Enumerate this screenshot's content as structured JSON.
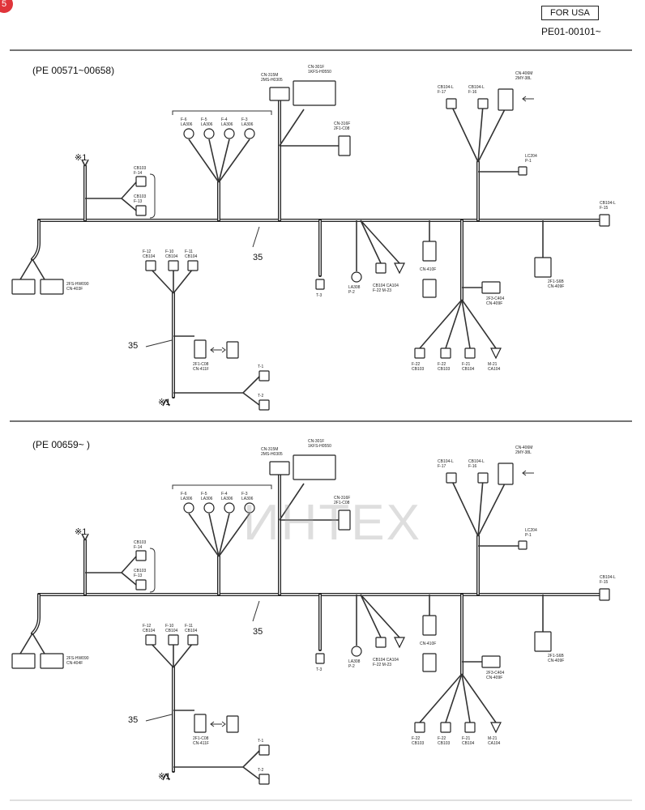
{
  "header": {
    "badge": "5",
    "region": "FOR USA",
    "serial": "PE01-00101~"
  },
  "watermark": "ИНТЕХ",
  "panels": [
    {
      "range": "(PE 00571~00658)",
      "callout_main": "35",
      "callout_branch": "35",
      "asterisk_top": "※1",
      "asterisk_bottom": "※1",
      "connectors": {
        "c215": "CN-315M\n2MS-H0305",
        "c301": "CN-301F\n1KFS-H0550",
        "c316": "CN-316F\n2F1-C08",
        "c406": "CN-406M\n2MY-38L",
        "c411": "CN-410F",
        "c409": "2F3-C404\nCN-409F",
        "c403": "2FS-HW090\nCN-403F",
        "c3x": "2F1-C08\nCN-411F",
        "c4f": "2F1-S6B\nCN-409F"
      },
      "lamps": [
        "F-6\nLA306",
        "F-5\nLA306",
        "F-4\nLA306",
        "F-3\nLA306"
      ],
      "lights": [
        "F-12\nCB104",
        "F-10\nCB104",
        "F-11\nCB104"
      ],
      "fuse_top": [
        "CB103\nF-14",
        "CB103\nF-13"
      ],
      "bottom_row": [
        "F-22\nCB103",
        "F-22\nCB103",
        "F-21\nCB104",
        "M-21\nCA104"
      ],
      "mid_row": [
        "T-3",
        "LA308\nP-2",
        "CB104 CA104\nF-22   M-23"
      ],
      "misc": [
        "T-1",
        "T-2",
        "CB104-L\nF-15",
        "LC204\nP-1",
        "CB104-L\nF-17",
        "CB104-L\nF-16"
      ]
    },
    {
      "range": "(PE 00659~         )",
      "callout_main": "35",
      "callout_branch": "35",
      "asterisk_top": "※1",
      "asterisk_bottom": "※1",
      "connectors": {
        "c215": "CN-315M\n2MS-H0305",
        "c301": "CN-301F\n1KFS-H0550",
        "c316": "CN-316F\n2F1-C08",
        "c406": "CN-406M\n2MY-38L",
        "c411": "CN-410F",
        "c409": "2F3-C404\nCN-409F",
        "c403": "2FS-HW090\nCN-404F",
        "c3x": "2F1-C08\nCN-411F",
        "c4f": "2F1-S6B\nCN-409F"
      },
      "lamps": [
        "F-6\nLA306",
        "F-5\nLA306",
        "F-4\nLA306",
        "F-3\nLA306"
      ],
      "lights": [
        "F-12\nCB104",
        "F-10\nCB104",
        "F-11\nCB104"
      ],
      "fuse_top": [
        "CB103\nF-14",
        "CB103\nF-13"
      ],
      "bottom_row": [
        "F-22\nCB103",
        "F-22\nCB103",
        "F-21\nCB104",
        "M-21\nCA104"
      ],
      "mid_row": [
        "T-3",
        "LA308\nP-2",
        "CB104 CA104\nF-22   M-23"
      ],
      "misc": [
        "T-1",
        "T-2",
        "CB104-L\nF-15",
        "LC204\nP-1",
        "CB104-L\nF-17",
        "CB104-L\nF-16"
      ]
    }
  ]
}
